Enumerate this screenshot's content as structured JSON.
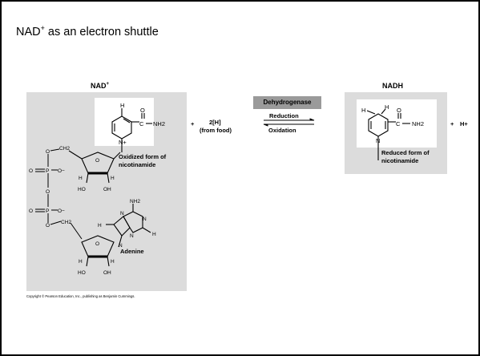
{
  "slide": {
    "title": "NAD",
    "title_sup": "+",
    "title_rest": " as an electron shuttle"
  },
  "left": {
    "header": "NAD",
    "header_sup": "+",
    "oxidized_caption_1": "Oxidized form of",
    "oxidized_caption_2": "nicotinamide",
    "adenine_label": "Adenine"
  },
  "middle": {
    "plus": "+",
    "two_h": "2[H]",
    "from_food": "(from food)",
    "enzyme": "Dehydrogenase",
    "reduction": "Reduction",
    "oxidation": "Oxidation"
  },
  "right": {
    "header": "NADH",
    "reduced_caption_1": "Reduced form of",
    "reduced_caption_2": "nicotinamide",
    "plus": "+",
    "h_plus": "H+"
  },
  "atoms": {
    "H": "H",
    "O": "O",
    "C": "C",
    "N": "N",
    "Nplus": "N+",
    "NH2": "NH2",
    "CH2": "CH2",
    "OH": "OH",
    "HO": "HO",
    "Ominus": "O−",
    "P": "P"
  },
  "copyright": "Copyright © Pearson Education, Inc., publishing as Benjamin Cummings."
}
